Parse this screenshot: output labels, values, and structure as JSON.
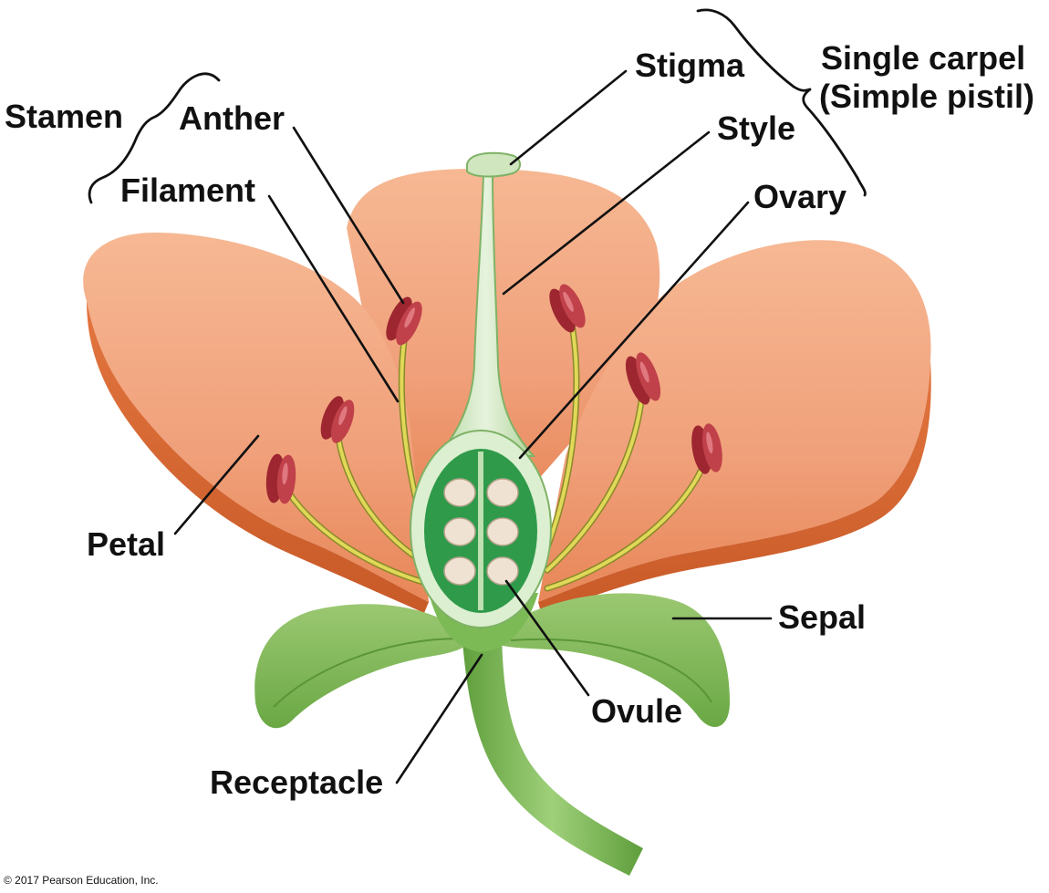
{
  "labels": {
    "stamen": "Stamen",
    "anther": "Anther",
    "filament": "Filament",
    "stigma": "Stigma",
    "style": "Style",
    "ovary": "Ovary",
    "carpel_line1": "Single carpel",
    "carpel_line2": "(Simple pistil)",
    "petal": "Petal",
    "sepal": "Sepal",
    "ovule": "Ovule",
    "receptacle": "Receptacle"
  },
  "credit": "© 2017 Pearson Education, Inc.",
  "colors": {
    "petal": "#f2a37c",
    "petal_dark": "#d9693a",
    "sepal": "#7cb652",
    "stem": "#6fae4a",
    "pistil": "#cfe6c0",
    "ovary_inner": "#2f9a4a",
    "ovule": "#efe2d2",
    "anther": "#b8323c",
    "filament": "#d8cf4a"
  }
}
